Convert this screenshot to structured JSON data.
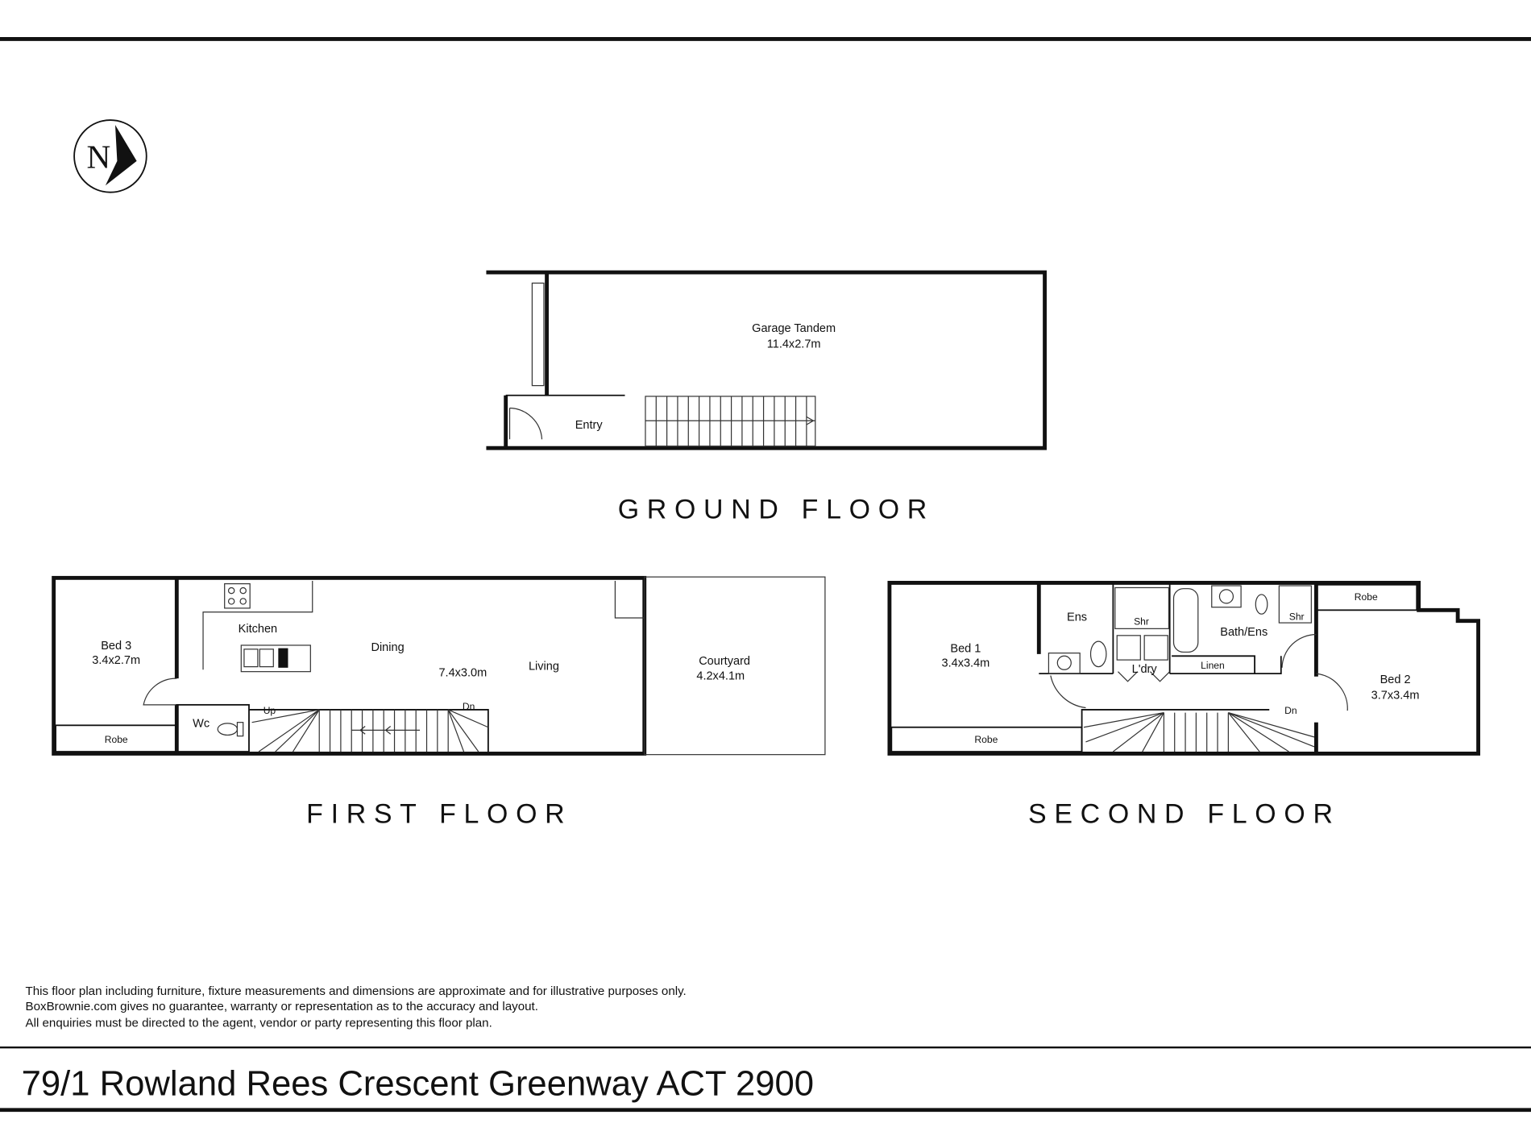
{
  "north_label": "N",
  "ground_floor": {
    "title": "GROUND FLOOR",
    "garage_name": "Garage Tandem",
    "garage_size": "11.4x2.7m",
    "entry": "Entry"
  },
  "first_floor": {
    "title": "FIRST FLOOR",
    "bed3_name": "Bed 3",
    "bed3_size": "3.4x2.7m",
    "robe": "Robe",
    "kitchen": "Kitchen",
    "dining": "Dining",
    "living_size": "7.4x3.0m",
    "living": "Living",
    "courtyard_name": "Courtyard",
    "courtyard_size": "4.2x4.1m",
    "wc": "Wc",
    "up": "Up",
    "dn": "Dn"
  },
  "second_floor": {
    "title": "SECOND FLOOR",
    "bed1_name": "Bed 1",
    "bed1_size": "3.4x3.4m",
    "ens": "Ens",
    "shr1": "Shr",
    "bath_ens": "Bath/Ens",
    "shr2": "Shr",
    "robe_top": "Robe",
    "ldry": "L'dry",
    "linen": "Linen",
    "bed2_name": "Bed 2",
    "bed2_size": "3.7x3.4m",
    "dn": "Dn",
    "robe_bottom": "Robe"
  },
  "disclaimer": [
    "This floor plan including furniture, fixture measurements and dimensions are approximate and for illustrative purposes only.",
    "BoxBrownie.com gives no guarantee, warranty or representation as to the accuracy and layout.",
    "All enquiries must be directed to the agent, vendor or party representing this floor plan."
  ],
  "address": "79/1 Rowland Rees Crescent Greenway ACT 2900"
}
